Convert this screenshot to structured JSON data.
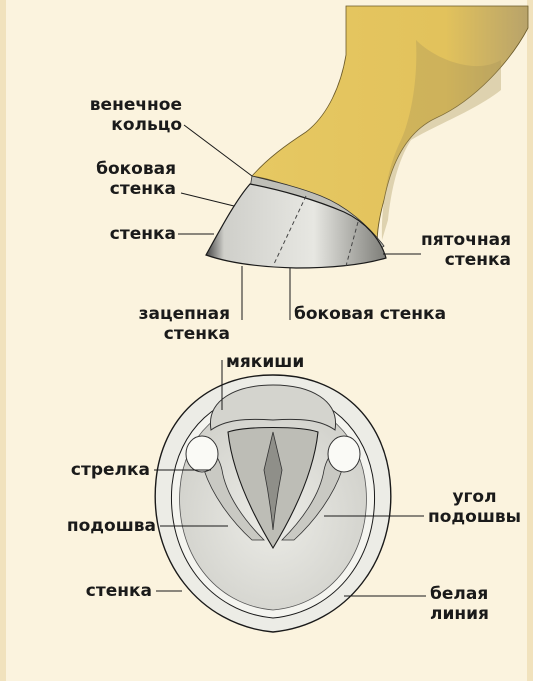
{
  "labels": {
    "venechnoe_koltso_1": "венечное",
    "venechnoe_koltso_2": "кольцо",
    "bokovaya_stenka_top_1": "боковая",
    "bokovaya_stenka_top_2": "стенка",
    "stenka_top": "стенка",
    "pyatochnaya_stenka_1": "пяточная",
    "pyatochnaya_stenka_2": "стенка",
    "zatsepnaya_stenka_1": "зацепная",
    "zatsepnaya_stenka_2": "стенка",
    "bokovaya_stenka_bottom": "боковая  стенка",
    "myakishi": "мякиши",
    "strelka": "стрелка",
    "podoshva": "подошва",
    "stenka_bottom": "стенка",
    "ugol_podoshvy_1": "угол",
    "ugol_podoshvy_2": "подошвы",
    "belaya_liniya_1": "белая",
    "belaya_liniya_2": "линия"
  },
  "colors": {
    "leg": "#e4c45e",
    "hoof_wall": "#dcdcd6",
    "sole": "#d8d8d2",
    "outline": "#1a1a1a",
    "background": "#fbf3de"
  }
}
